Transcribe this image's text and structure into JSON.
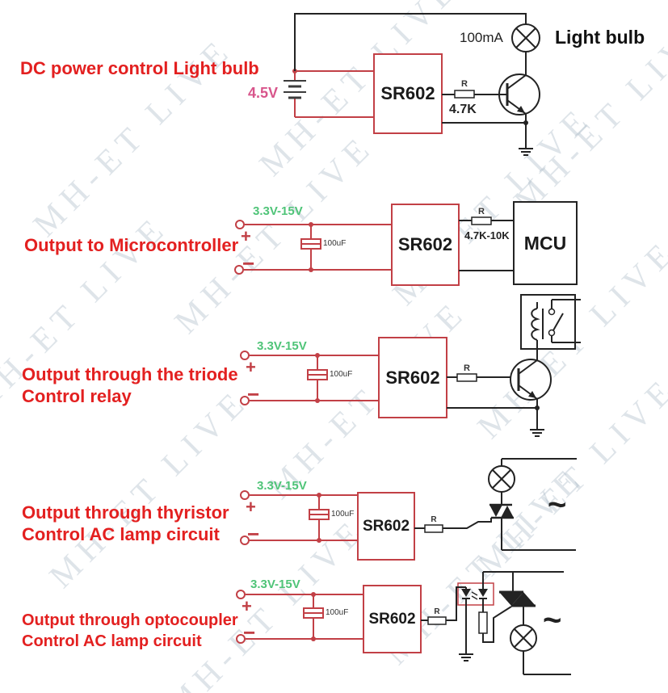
{
  "watermark": {
    "text": "MH-ET LIVE"
  },
  "colors": {
    "heading_red": "#e32020",
    "wire_red": "#c24046",
    "supply_green": "#4fc478",
    "battery_pink": "#d8558b",
    "circuit_black": "#232323"
  },
  "terminals": {
    "plus": "+",
    "minus": "−"
  },
  "ac_symbol": "~",
  "sections": [
    {
      "title_lines": [
        "DC power control Light bulb"
      ],
      "supply_label": "4.5V",
      "chip_label": "SR602",
      "resistor_label": "R",
      "resistor_value": "4.7K",
      "load_current": "100mA",
      "load_label": "Light bulb"
    },
    {
      "title_lines": [
        "Output to Microcontroller"
      ],
      "supply_label": "3.3V-15V",
      "capacitor_label": "100uF",
      "chip_label": "SR602",
      "resistor_label": "R",
      "resistor_value": "4.7K-10K",
      "load_label": "MCU"
    },
    {
      "title_lines": [
        "Output through the triode",
        "Control relay"
      ],
      "supply_label": "3.3V-15V",
      "capacitor_label": "100uF",
      "chip_label": "SR602",
      "resistor_label": "R"
    },
    {
      "title_lines": [
        "Output through thyristor",
        "Control AC lamp circuit"
      ],
      "supply_label": "3.3V-15V",
      "capacitor_label": "100uF",
      "chip_label": "SR602",
      "resistor_label": "R"
    },
    {
      "title_lines": [
        "Output through optocoupler",
        "Control AC lamp circuit"
      ],
      "supply_label": "3.3V-15V",
      "capacitor_label": "100uF",
      "chip_label": "SR602",
      "resistor_label": "R"
    }
  ]
}
